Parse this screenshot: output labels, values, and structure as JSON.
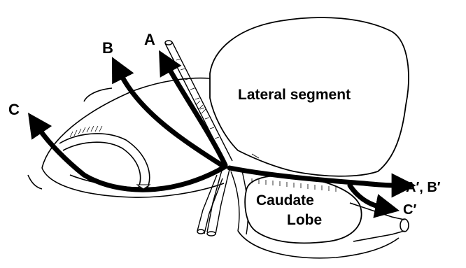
{
  "labels": {
    "a": "A",
    "b": "B",
    "c": "C",
    "a_prime_b_prime": "A′, B′",
    "c_prime": "C′",
    "lateral_segment": "Lateral segment",
    "caudate_line1": "Caudate",
    "caudate_line2": "Lobe"
  },
  "colors": {
    "ink": "#000000",
    "paper": "#ffffff"
  }
}
